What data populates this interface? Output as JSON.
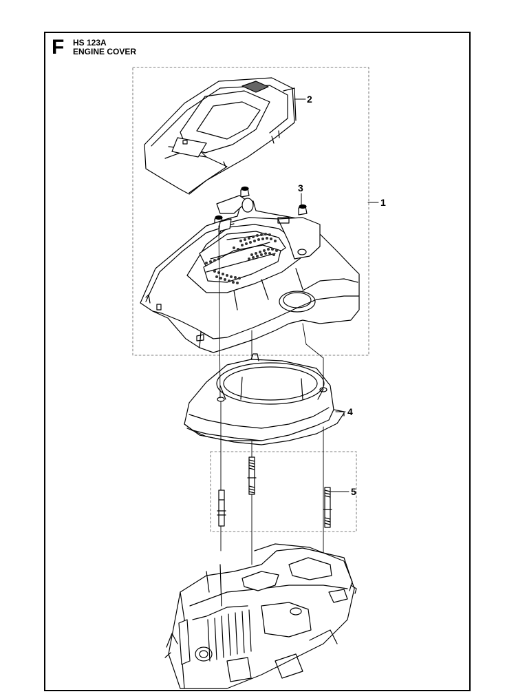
{
  "header": {
    "section_letter": "F",
    "model": "HS 123A",
    "title": "ENGINE COVER"
  },
  "callouts": [
    {
      "id": "1",
      "label": "1"
    },
    {
      "id": "2",
      "label": "2"
    },
    {
      "id": "3",
      "label": "3"
    },
    {
      "id": "4",
      "label": "4"
    },
    {
      "id": "5",
      "label": "5"
    }
  ],
  "colors": {
    "line": "#000000",
    "group_box": "#555555"
  }
}
